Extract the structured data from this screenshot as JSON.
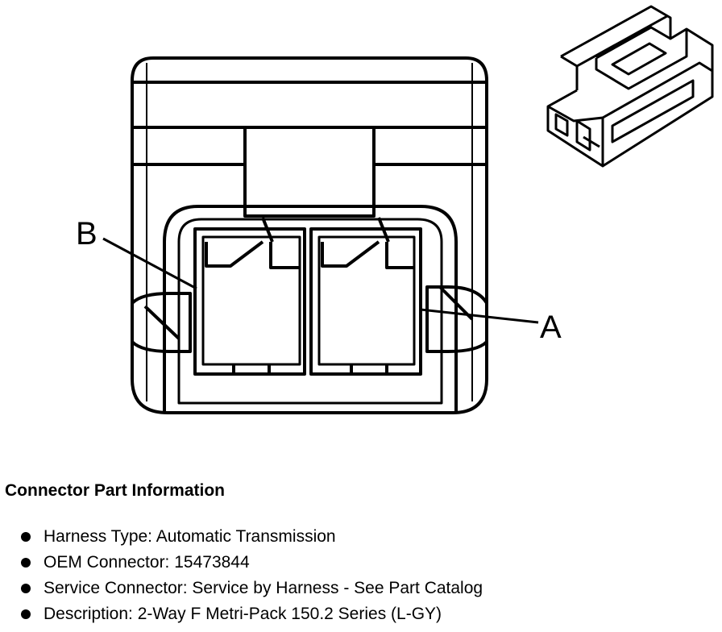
{
  "diagram": {
    "callouts": {
      "b": "B",
      "a": "A"
    }
  },
  "info": {
    "title": "Connector Part Information",
    "items": [
      "Harness Type: Automatic Transmission",
      "OEM Connector: 15473844",
      "Service Connector: Service by Harness - See Part Catalog",
      "Description: 2-Way F Metri-Pack 150.2 Series (L-GY)"
    ]
  }
}
